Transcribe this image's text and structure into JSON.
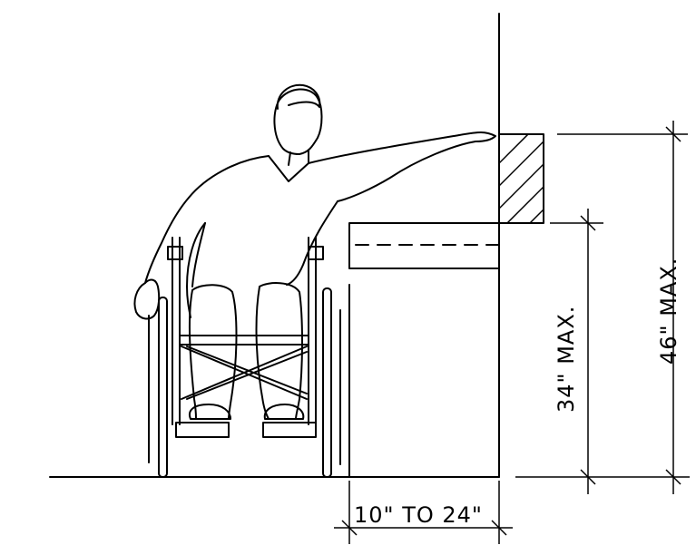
{
  "diagram": {
    "dimensions": {
      "counter_height": "34\" MAX.",
      "reach_height": "46\" MAX.",
      "counter_depth": "10\" TO 24\""
    },
    "figure": "person-in-wheelchair-reaching-over-counter",
    "style": {
      "stroke_color": "#000000",
      "background": "#ffffff"
    }
  }
}
